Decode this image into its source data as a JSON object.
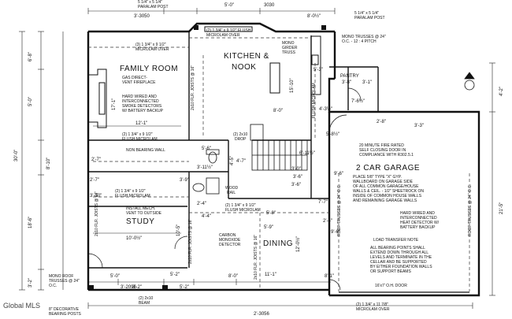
{
  "rooms": {
    "family_room": "FAMILY ROOM",
    "kitchen_line1": "KITCHEN &",
    "kitchen_line2": "NOOK",
    "garage": "2 CAR GARAGE",
    "study": "STUDY",
    "dining": "DINING",
    "pantry": "PANTRY"
  },
  "notes": {
    "microlam_left": "(3) 1 3/4\" x 9 1/2\"",
    "microlam_left_2": "MICROLAM OVER",
    "microlam_top": "(2) 1 3/4\" x 9 1/2\" FLUSH",
    "microlam_top_2": "MICROLAM OVER",
    "post_top_left": "5 1/4\" x 5 1/4\"",
    "post_top_left_2": "PARALAM POST",
    "post_top_right": "5 1/4\" x 5 1/4\"",
    "post_top_right_2": "PARALAM POST",
    "mono_trusses_top": "MONO TRUSSES @ 24\"",
    "mono_trusses_top_2": "O.C. - 12 : 4 PITCH",
    "mono_girder": "MONO",
    "mono_girder_2": "GIRDER",
    "mono_girder_3": "TRUSS",
    "fireplace": "GAS DIRECT-",
    "fireplace_2": "VENT FIREPLACE",
    "smoke_1": "HARD WIRED AND",
    "smoke_2": "INTERCONNECTED",
    "smoke_3": "SMOKE DETECTORS",
    "smoke_4": "W/ BATTERY BACKUP",
    "flush_microlam_mid": "(2) 1 3/4\" x 9 1/2\"",
    "flush_microlam_mid_2": "FLUSH MICROLAM",
    "non_bearing": "NON BEARING WALL",
    "drop_1": "(2) 2x10",
    "drop_2": "DROP",
    "door_note_1": "20 MINUTE FIRE RATED",
    "door_note_2": "SELF CLOSING DOOR IN",
    "door_note_3": "COMPLIANCE WITH R302.5.1",
    "garage_1": "PLACE 5/8\" TYPE \"X\" GYP.",
    "garage_2": "WALLBOARD ON GARAGE SIDE",
    "garage_3": "OF ALL COMMON GARAGE/HOUSE",
    "garage_4": "WALLS & CEIL. - 1/2\" SHEETROCK ON",
    "garage_5": "INSIDE OF COMMON HOUSE WALLS",
    "garage_6": "AND REMAINING GARAGE WALLS",
    "heat_1": "HARD WIRED AND",
    "heat_2": "INTERCONNECTED",
    "heat_3": "HEAT DETECTOR W/",
    "heat_4": "BATTERY BACKUP",
    "mech_1": "INSTALL MECH.",
    "mech_2": "VENT TO OUTSIDE",
    "flush_study": "(2) 1 3/4\" x 9 1/2\"",
    "flush_study_2": "FLUSH MICROLAM",
    "flush_dining": "(2) 1 3/4\" x 9 1/2\"",
    "flush_dining_2": "FLUSH MICROLAM",
    "wood_rail": "WOOD",
    "wood_rail_2": "RAIL",
    "co_1": "CARBON",
    "co_2": "MONOXIDE",
    "co_3": "DETECTOR",
    "load_title": "LOAD TRANSFER NOTE",
    "load_1": "ALL BEARING POINTS SHALL",
    "load_2": "EXTEND DOWN THROUGH ALL",
    "load_3": "LEVELS AND TERMINATE IN THE",
    "load_4": "CELLAR AND BE SUPPORTED",
    "load_5": "BY EITHER FOUNDATION WALLS",
    "load_6": "OR SUPPORT BEAMS",
    "mono_bottom": "MONO ROOF",
    "mono_bottom_2": "TRUSSES @ 24\"",
    "mono_bottom_3": "O.C.",
    "beam_1": "(2) 2x10",
    "beam_2": "BEAM",
    "post_bottom": "8\" DECORATIVE",
    "post_bottom_2": "BEARING POSTS",
    "oh_door": "16'x7' O.H. DOOR",
    "microlam_bottom": "(2) 1 3/4\" x 11 7/8\"",
    "microlam_bottom_2": "MICROLAM OVER",
    "roof_trusses_a": "ROOF TRUSSES @ 24\" O.C.",
    "roof_trusses_b": "ROOF TRUSSES @ 24\" O.C.",
    "floor_joists_a": "2x10 FLR. JOISTS @ 16\"",
    "floor_joists_b": "2x10 FLR. JOISTS @ 16\"",
    "floor_joists_c": "2x10 FLR. JOISTS @ 16\"",
    "floor_joists_d": "2x10 FLR. JOISTS @ 16\"",
    "flush_microlam_v": "FLUSH MICROLAM"
  },
  "dims": {
    "top_1": "3'-3050",
    "top_2": "5'-0\"",
    "top_3": "3030",
    "top_4": "8'-0½\"",
    "left_1": "6'-8\"",
    "left_2": "5'-0\"",
    "left_3": "30'-0\"",
    "left_4": "8'-10\"",
    "left_5": "18'-6\"",
    "left_6": "3'-2\"",
    "right_1": "4'-2\"",
    "right_2": "21'-5\"",
    "fam_w": "12'-1\"",
    "fam_d": "17'-1\"",
    "kit_1": "15'-10\"",
    "kit_2": "8'-0\"",
    "pantry_1": "3'-8\"",
    "pantry_2": "3'-1\"",
    "pantry_3": "7'-6½\"",
    "p_4": "4'-3½\"",
    "p_5": "2'-8\"",
    "p_6": "5'-8½\"",
    "g_1": "3'-3\"",
    "g_2": "3'-0\"",
    "g_3": "3'-6\"",
    "g_4": "6'-11½\"",
    "s_1": "2'-7\"",
    "s_2": "3'-10\"",
    "s_3": "3'-9\"",
    "s_4": "3'-11½\"",
    "s_5": "2'-4\"",
    "study_w": "10'-0½\"",
    "study_d": "10'-5\"",
    "dining_1": "5'-8\"",
    "dining_2": "12'-0½\"",
    "dining_3": "11'-1\"",
    "bot_1": "5'-0\"",
    "bot_2": "3'-2096",
    "bot_3": "5'-2\"",
    "bot_4": "5'-2\"",
    "bot_5": "8'-0\"",
    "bot_6": "2'-3056",
    "bot_7": "8'-2\"",
    "bot_8": "8'-1\"",
    "bot_9": "9'-6\"",
    "mid_1": "5'-6\"",
    "mid_2": "4'-5\"",
    "mid_3": "3'-6\"",
    "mid_4": "4'-7\"",
    "mid_5": "5'-9\"",
    "mid_6": "2'-7\"",
    "mid_7": "4'-4\"",
    "g_w": "9'-6\"",
    "g_v": "7'-7\"",
    "g_h": "2'-4\"",
    "k_r": "5'-3\""
  },
  "watermark": "Global MLS"
}
